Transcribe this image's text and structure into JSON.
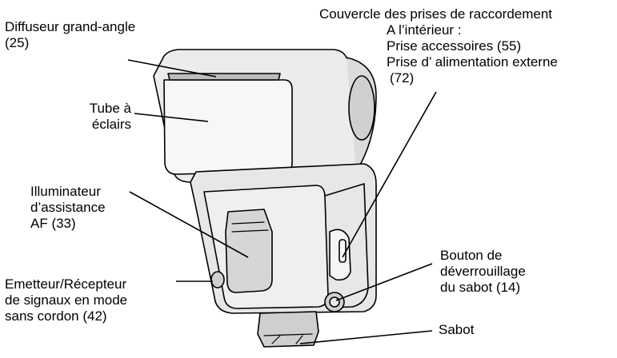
{
  "labels": {
    "wide_diffuser": [
      "Diffuseur grand-angle",
      "(25)"
    ],
    "terminal_cover": {
      "title": "Couvercle des prises de raccordement",
      "inside": "A l’intérieur :",
      "accessory": "Prise accessoires (55)",
      "power": "Prise d’ alimentation externe",
      "power_page": "(72)"
    },
    "flash_tube": [
      "Tube à",
      "éclairs"
    ],
    "af_illuminator": [
      "Illuminateur",
      "d’assistance",
      "AF (33)"
    ],
    "wireless": [
      "Emetteur/Récepteur",
      "de signaux en mode",
      "sans cordon (42)"
    ],
    "shoe_release": [
      "Bouton de",
      "déverrouillage",
      "du sabot (14)"
    ],
    "shoe": "Sabot"
  },
  "colors": {
    "line": "#000000",
    "body_fill": "#e7e7e7",
    "head_fill": "#ececec",
    "panel_fill": "#f7f7f7",
    "shadow": "#bdbdbd"
  }
}
